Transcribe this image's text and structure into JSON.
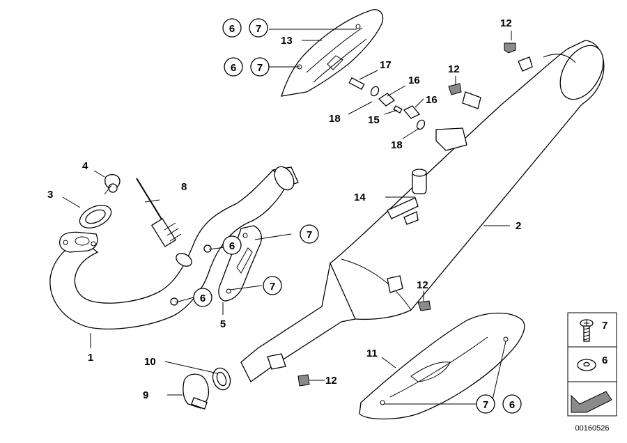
{
  "callouts": {
    "c1": "1",
    "c2": "2",
    "c3": "3",
    "c4": "4",
    "c5": "5",
    "c6a": "6",
    "c7a": "7",
    "c6b": "6",
    "c7b": "7",
    "c8": "8",
    "c9": "9",
    "c10": "10",
    "c11": "11",
    "c12a": "12",
    "c12b": "12",
    "c12c": "12",
    "c12d": "12",
    "c13": "13",
    "c14": "14",
    "c15": "15",
    "c16a": "16",
    "c16b": "16",
    "c17": "17",
    "c18a": "18",
    "c18b": "18",
    "c6c": "6",
    "c7c": "7",
    "c7d": "7",
    "c6d": "6",
    "c7e": "7",
    "c6e": "6"
  },
  "legend": {
    "screw_label": "7",
    "washer_label": "6"
  },
  "document_number": "00160526"
}
